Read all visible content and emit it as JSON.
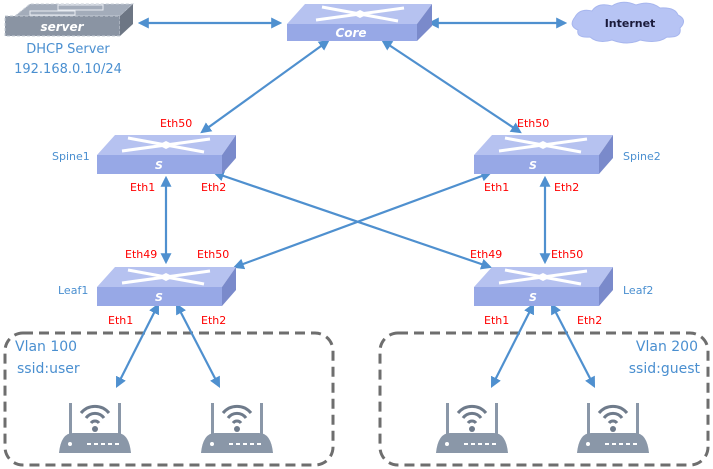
{
  "colors": {
    "link": "#4f90cf",
    "port_label": "#ff0000",
    "node_label": "#4a8fd0",
    "switch_top": "#b6c2f0",
    "switch_front": "#97a8e6",
    "switch_side": "#7a8acb",
    "server_body": "#8a94a3",
    "cloud": "#b7c4f4",
    "router": "#8a97a8",
    "vlan_border": "#6e6e6e"
  },
  "nodes": {
    "server": {
      "device_text": "server",
      "name": "DHCP Server",
      "ip": "192.168.0.10/24"
    },
    "core": {
      "device_text": "Core"
    },
    "internet": {
      "label": "Internet"
    },
    "spine1": {
      "name": "Spine1",
      "device_text": "S",
      "ports": {
        "uplink": "Eth50",
        "down1": "Eth1",
        "down2": "Eth2"
      }
    },
    "spine2": {
      "name": "Spine2",
      "device_text": "S",
      "ports": {
        "uplink": "Eth50",
        "down1": "Eth1",
        "down2": "Eth2"
      }
    },
    "leaf1": {
      "name": "Leaf1",
      "device_text": "S",
      "ports": {
        "up1": "Eth49",
        "up2": "Eth50",
        "down1": "Eth1",
        "down2": "Eth2"
      }
    },
    "leaf2": {
      "name": "Leaf2",
      "device_text": "S",
      "ports": {
        "up1": "Eth49",
        "up2": "Eth50",
        "down1": "Eth1",
        "down2": "Eth2"
      }
    }
  },
  "vlans": [
    {
      "vlan": "Vlan 100",
      "ssid": "ssid:user",
      "access_points": 2
    },
    {
      "vlan": "Vlan 200",
      "ssid": "ssid:guest",
      "access_points": 2
    }
  ],
  "links": [
    {
      "from": "server",
      "to": "core"
    },
    {
      "from": "core",
      "to": "internet"
    },
    {
      "from": "core",
      "to": "spine1",
      "port": "Eth50"
    },
    {
      "from": "core",
      "to": "spine2",
      "port": "Eth50"
    },
    {
      "from": "spine1",
      "to": "leaf1",
      "ports": [
        "Eth1",
        "Eth49"
      ]
    },
    {
      "from": "spine1",
      "to": "leaf2",
      "ports": [
        "Eth2",
        "Eth49"
      ]
    },
    {
      "from": "spine2",
      "to": "leaf1",
      "ports": [
        "Eth1",
        "Eth50"
      ]
    },
    {
      "from": "spine2",
      "to": "leaf2",
      "ports": [
        "Eth2",
        "Eth50"
      ]
    },
    {
      "from": "leaf1",
      "to": "ap1",
      "port": "Eth1"
    },
    {
      "from": "leaf1",
      "to": "ap2",
      "port": "Eth2"
    },
    {
      "from": "leaf2",
      "to": "ap3",
      "port": "Eth1"
    },
    {
      "from": "leaf2",
      "to": "ap4",
      "port": "Eth2"
    }
  ]
}
